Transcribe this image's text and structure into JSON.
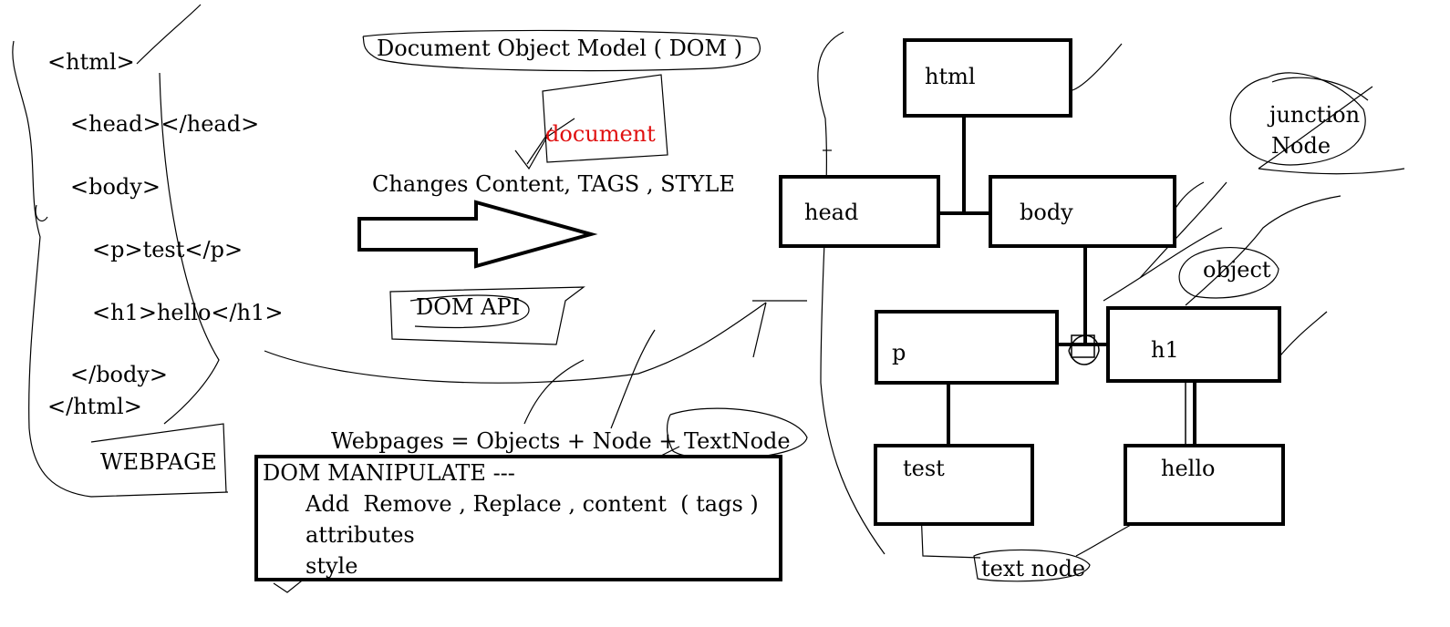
{
  "code": {
    "lines": [
      "<html>",
      "<head></head>",
      "<body>",
      "<p>test</p>",
      "<h1>hello</h1>",
      "</body>",
      "</html>"
    ],
    "caption": "WEBPAGE"
  },
  "middle": {
    "title": "Document Object Model ( DOM )",
    "document": "document",
    "changes": "Changes Content, TAGS , STYLE",
    "api": "DOM API",
    "webpages": "Webpages = Objects + Node + TextNode",
    "manipulate": {
      "heading": "DOM MANIPULATE ---",
      "line1": "Add  Remove , Replace , content  ( tags )",
      "line2": "attributes",
      "line3": "style"
    }
  },
  "tree": {
    "html": "html",
    "head": "head",
    "body": "body",
    "p": "p",
    "h1": "h1",
    "test": "test",
    "hello": "hello",
    "junction": "junction",
    "node": "Node",
    "object": "object",
    "text_node": "text node"
  },
  "colors": {
    "ink": "#000000",
    "highlight": "#e01010"
  }
}
